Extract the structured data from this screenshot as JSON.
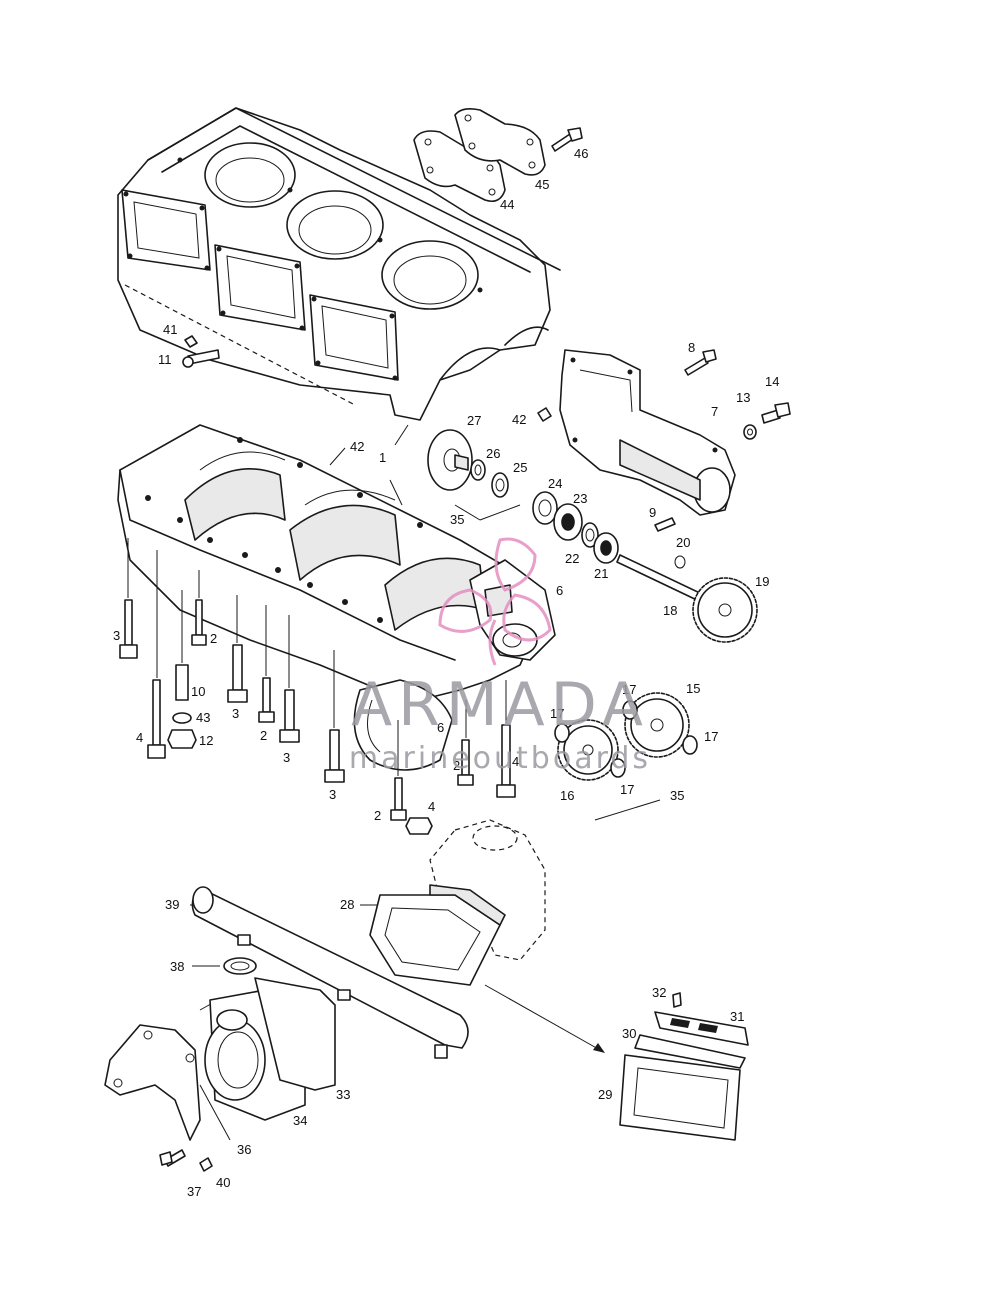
{
  "callouts": [
    {
      "id": "c46",
      "text": "46"
    },
    {
      "id": "c45",
      "text": "45"
    },
    {
      "id": "c44",
      "text": "44"
    },
    {
      "id": "c41",
      "text": "41"
    },
    {
      "id": "c11",
      "text": "11"
    },
    {
      "id": "c8",
      "text": "8"
    },
    {
      "id": "c14",
      "text": "14"
    },
    {
      "id": "c13",
      "text": "13"
    },
    {
      "id": "c42a",
      "text": "42"
    },
    {
      "id": "c7",
      "text": "7"
    },
    {
      "id": "c27",
      "text": "27"
    },
    {
      "id": "c42b",
      "text": "42"
    },
    {
      "id": "c1",
      "text": "1"
    },
    {
      "id": "c26",
      "text": "26"
    },
    {
      "id": "c25",
      "text": "25"
    },
    {
      "id": "c24",
      "text": "24"
    },
    {
      "id": "c23",
      "text": "23"
    },
    {
      "id": "c35a",
      "text": "35"
    },
    {
      "id": "c9",
      "text": "9"
    },
    {
      "id": "c20",
      "text": "20"
    },
    {
      "id": "c22",
      "text": "22"
    },
    {
      "id": "c21",
      "text": "21"
    },
    {
      "id": "c19",
      "text": "19"
    },
    {
      "id": "c18",
      "text": "18"
    },
    {
      "id": "c6a",
      "text": "6"
    },
    {
      "id": "c3a",
      "text": "3"
    },
    {
      "id": "c2a",
      "text": "2"
    },
    {
      "id": "c10",
      "text": "10"
    },
    {
      "id": "c43",
      "text": "43"
    },
    {
      "id": "c12",
      "text": "12"
    },
    {
      "id": "c4a",
      "text": "4"
    },
    {
      "id": "c3b",
      "text": "3"
    },
    {
      "id": "c2b",
      "text": "2"
    },
    {
      "id": "c3c",
      "text": "3"
    },
    {
      "id": "c3d",
      "text": "3"
    },
    {
      "id": "c6b",
      "text": "6"
    },
    {
      "id": "c2c",
      "text": "2"
    },
    {
      "id": "c4b",
      "text": "4"
    },
    {
      "id": "c2d",
      "text": "2"
    },
    {
      "id": "c4c",
      "text": "4"
    },
    {
      "id": "c17a",
      "text": "17"
    },
    {
      "id": "c17b",
      "text": "17"
    },
    {
      "id": "c15",
      "text": "15"
    },
    {
      "id": "c17c",
      "text": "17"
    },
    {
      "id": "c17d",
      "text": "17"
    },
    {
      "id": "c16",
      "text": "16"
    },
    {
      "id": "c35b",
      "text": "35"
    },
    {
      "id": "c39",
      "text": "39"
    },
    {
      "id": "c28",
      "text": "28"
    },
    {
      "id": "c38",
      "text": "38"
    },
    {
      "id": "c32",
      "text": "32"
    },
    {
      "id": "c31",
      "text": "31"
    },
    {
      "id": "c30",
      "text": "30"
    },
    {
      "id": "c29",
      "text": "29"
    },
    {
      "id": "c33",
      "text": "33"
    },
    {
      "id": "c34",
      "text": "34"
    },
    {
      "id": "c36",
      "text": "36"
    },
    {
      "id": "c37",
      "text": "37"
    },
    {
      "id": "c40",
      "text": "40"
    }
  ],
  "watermark": {
    "brand": "ARMADA",
    "tagline": "marineoutboards",
    "logo_color": "#e48fc0",
    "text_color": "#9a9aa0"
  }
}
